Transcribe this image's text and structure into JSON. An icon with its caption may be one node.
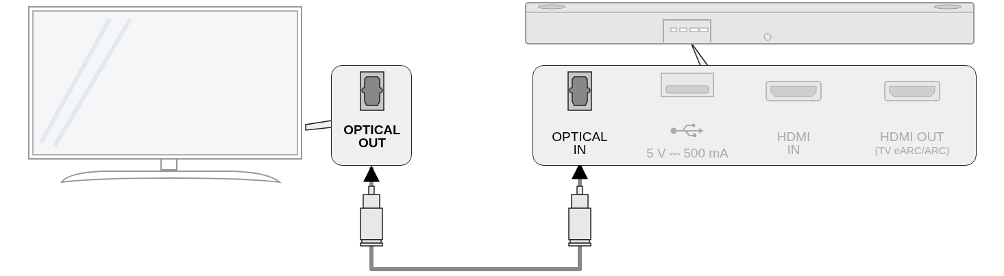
{
  "diagram": {
    "nodes": [
      {
        "text": [],
        "shape": "picture"
      },
      {
        "text": [
          "OPTICAL OUT"
        ]
      },
      {
        "text": [],
        "shape": "picture"
      },
      {
        "text": [],
        "shape": "box"
      },
      {
        "text": [
          "OPTICAL IN"
        ],
        "in": 3
      },
      {
        "text": [
          "5 V ⎓ 500 mA"
        ],
        "in": 3
      },
      {
        "text": [
          "HDMI IN"
        ],
        "in": 3
      },
      {
        "text": [
          "HDMI OUT",
          "(TV eARC/ARC)"
        ],
        "in": 3
      }
    ],
    "edges": [
      {
        "from": 1,
        "to": 4,
        "arrow": "both"
      }
    ]
  }
}
